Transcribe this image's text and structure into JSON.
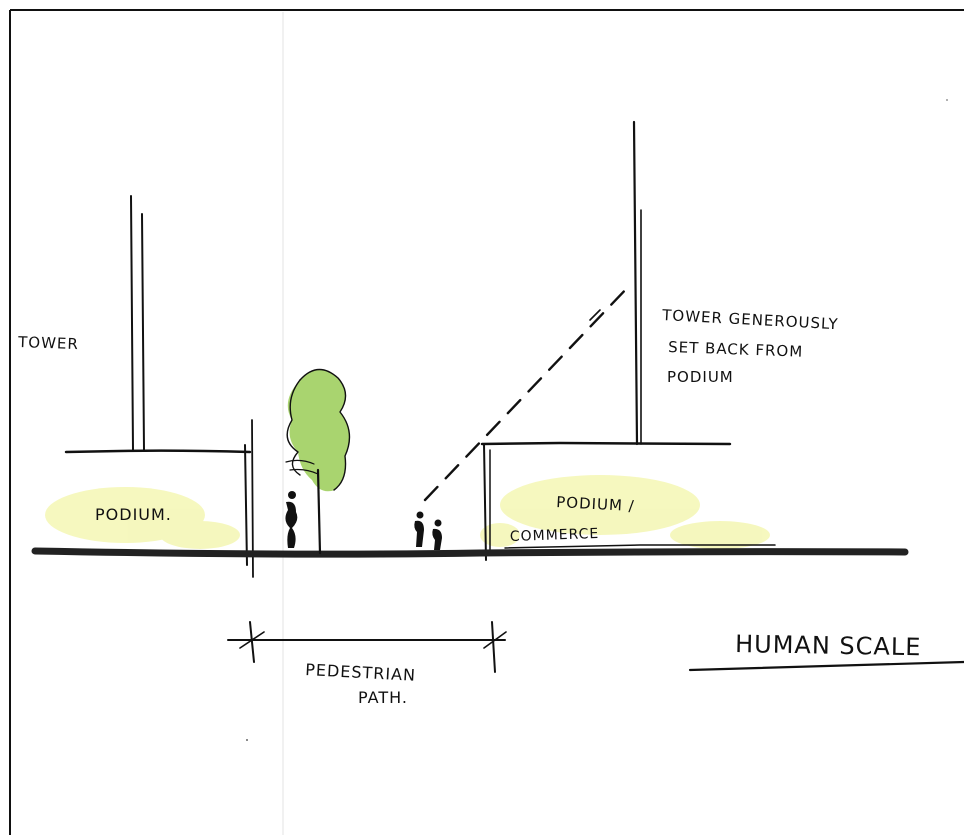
{
  "labels": {
    "tower": "TOWER",
    "podium_left": "PODIUM.",
    "podium_right": "PODIUM /",
    "commerce": "COMMERCE",
    "tower_note_line1": "TOWER GENEROUSLY",
    "tower_note_line2": "SET BACK FROM",
    "tower_note_line3": "PODIUM",
    "pedestrian_line1": "PEDESTRIAN",
    "pedestrian_line2": "PATH.",
    "human_scale": "HUMAN SCALE"
  },
  "colors": {
    "ink": "#111111",
    "tree_green": "#8cc63f",
    "highlight_yellow": "#eef28a",
    "ground": "#3a3a3a"
  }
}
